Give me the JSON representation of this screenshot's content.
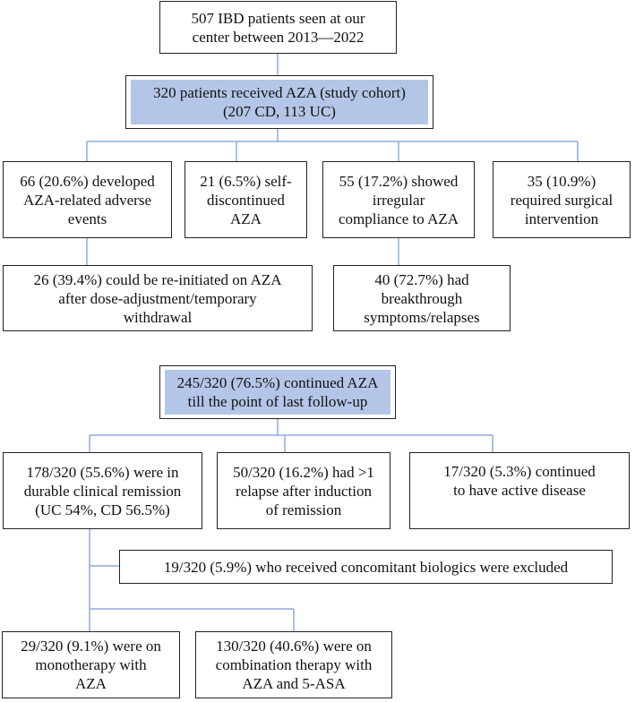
{
  "colors": {
    "highlight": "#b4c6e7",
    "connector": "#8faadc",
    "border": "#222222"
  },
  "boxes": {
    "total": "507 IBD patients seen at our\ncenter between 2013—2022",
    "cohort": "320 patients received AZA (study cohort)\n(207 CD, 113 UC)",
    "adverse": "66 (20.6%) developed\nAZA-related adverse\nevents",
    "self_discontinued": "21 (6.5%) self-\ndiscontinued\nAZA",
    "irregular": "55 (17.2%) showed\nirregular\ncompliance to AZA",
    "surgical": "35 (10.9%)\nrequired surgical\nintervention",
    "reinitiated": "26 (39.4%) could be re-initiated on AZA\nafter dose-adjustment/temporary\nwithdrawal",
    "breakthrough": "40 (72.7%) had\nbreakthrough\nsymptoms/relapses",
    "continued": "245/320 (76.5%) continued AZA\ntill the point of last follow-up",
    "durable": "178/320 (55.6%) were in\ndurable clinical remission\n(UC 54%, CD 56.5%)",
    "relapse": "50/320 (16.2%) had >1\nrelapse after induction\nof remission",
    "active": "17/320 (5.3%) continued\nto have active disease",
    "biologics_excluded": "19/320 (5.9%) who received concomitant biologics were excluded",
    "monotherapy": "29/320 (9.1%) were on\nmonotherapy with\nAZA",
    "combination": "130/320 (40.6%) were on\ncombination therapy with\nAZA and 5-ASA"
  }
}
